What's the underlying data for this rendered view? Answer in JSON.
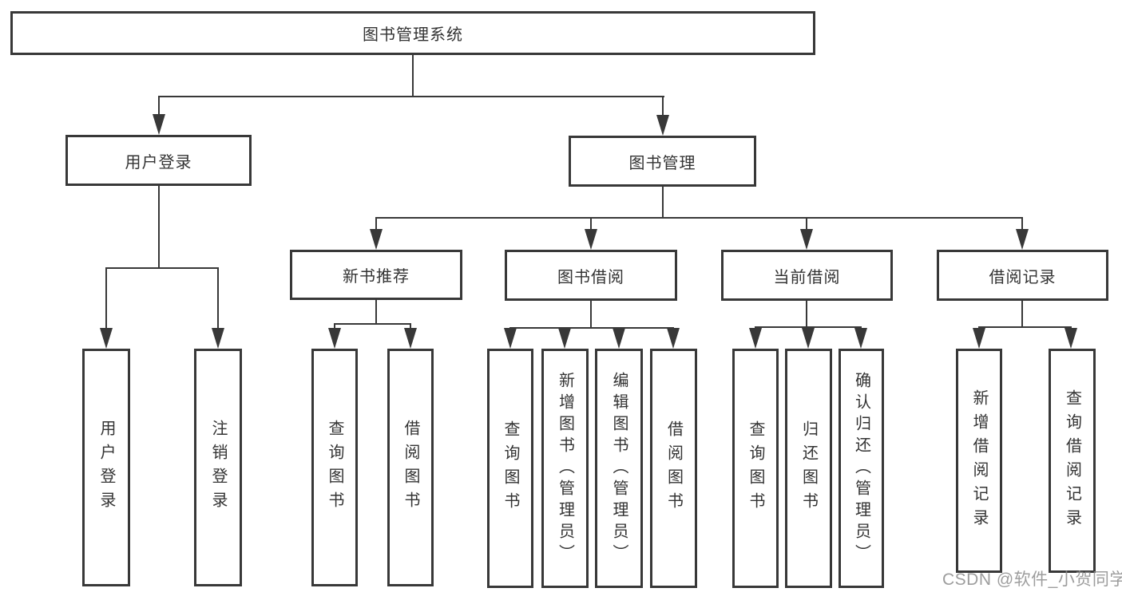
{
  "diagram": {
    "root": {
      "label": "图书管理系统"
    },
    "branches": [
      {
        "label": "用户登录",
        "children": [
          {
            "label": "用户登录"
          },
          {
            "label": "注销登录"
          }
        ]
      },
      {
        "label": "图书管理",
        "children": [
          {
            "label": "新书推荐",
            "children": [
              {
                "label": "查询图书"
              },
              {
                "label": "借阅图书"
              }
            ]
          },
          {
            "label": "图书借阅",
            "children": [
              {
                "label": "查询图书"
              },
              {
                "label": "新增图书（管理员）"
              },
              {
                "label": "编辑图书（管理员）"
              },
              {
                "label": "借阅图书"
              }
            ]
          },
          {
            "label": "当前借阅",
            "children": [
              {
                "label": "查询图书"
              },
              {
                "label": "归还图书"
              },
              {
                "label": "确认归还（管理员）"
              }
            ]
          },
          {
            "label": "借阅记录",
            "children": [
              {
                "label": "新增借阅记录"
              },
              {
                "label": "查询借阅记录"
              }
            ]
          }
        ]
      }
    ]
  },
  "watermark": {
    "text": "CSDN @软件_小贺同学"
  },
  "colors": {
    "line": "#383838",
    "text": "#333333",
    "background": "#ffffff",
    "watermark": "#8c8c8c"
  }
}
